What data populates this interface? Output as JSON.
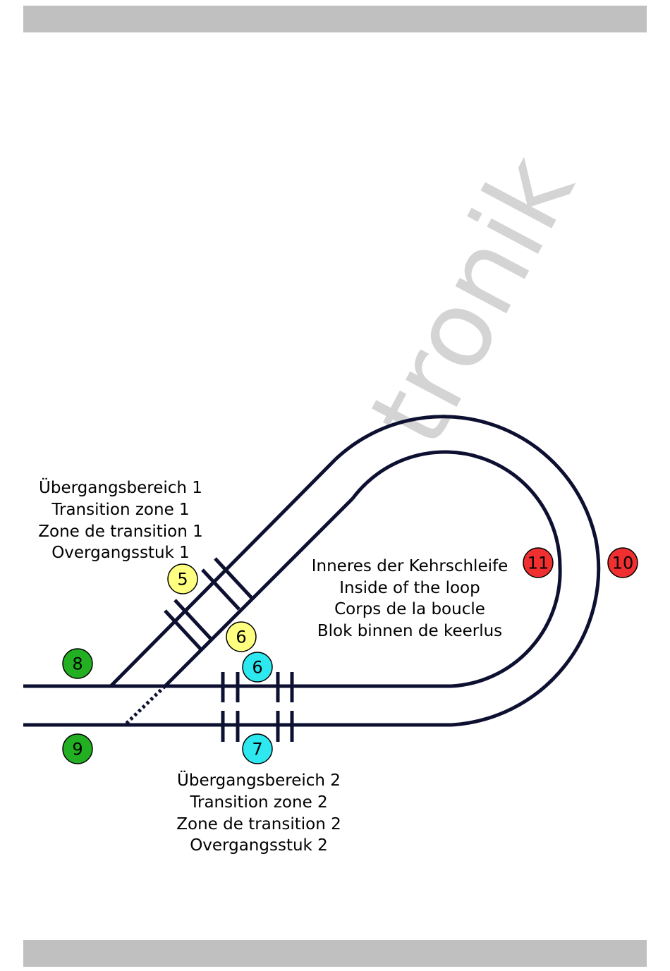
{
  "colors": {
    "track": "#0d1030",
    "header_bar": "#c0c0c0",
    "watermark": "#d4d4d4",
    "badge_green": "#22b022",
    "badge_yellow": "#ffff80",
    "badge_cyan": "#2ee8f0",
    "badge_red": "#f03030"
  },
  "watermark": "tronik",
  "labels": {
    "transition_zone_1": [
      "Übergangsbereich 1",
      "Transition zone 1",
      "Zone de transition 1",
      "Overgangsstuk 1"
    ],
    "loop_inside": [
      "Inneres der Kehrschleife",
      "Inside of the loop",
      "Corps de la boucle",
      "Blok binnen de keerlus"
    ],
    "transition_zone_2": [
      "Übergangsbereich 2",
      "Transition zone 2",
      "Zone de transition 2",
      "Overgangsstuk 2"
    ]
  },
  "badges": {
    "b5": {
      "number": "5",
      "color": "#ffff80"
    },
    "b6y": {
      "number": "6",
      "color": "#ffff80"
    },
    "b6c": {
      "number": "6",
      "color": "#2ee8f0"
    },
    "b7": {
      "number": "7",
      "color": "#2ee8f0"
    },
    "b8": {
      "number": "8",
      "color": "#22b022"
    },
    "b9": {
      "number": "9",
      "color": "#22b022"
    },
    "b10": {
      "number": "10",
      "color": "#f03030"
    },
    "b11": {
      "number": "11",
      "color": "#f03030"
    }
  }
}
